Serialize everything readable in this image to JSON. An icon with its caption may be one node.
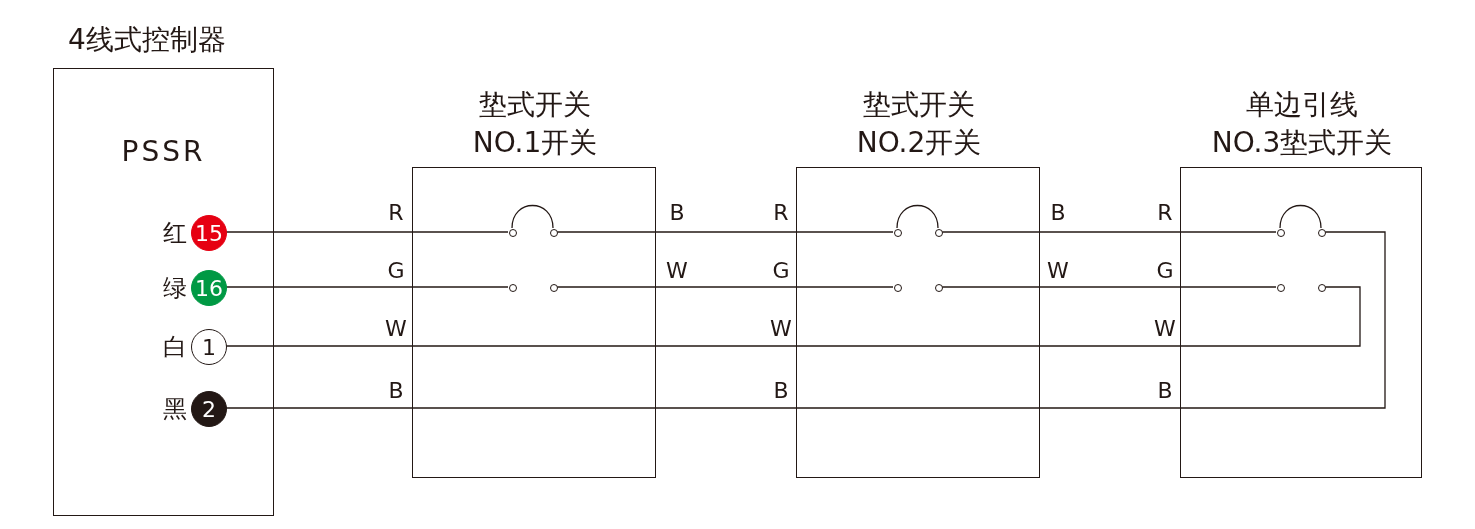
{
  "diagram": {
    "nodes": [
      {
        "text": [
          "4线式控制器",
          "PSSR"
        ]
      },
      {
        "text": [
          "15"
        ],
        "in": 0,
        "beside": [
          "红"
        ]
      },
      {
        "text": [
          "16"
        ],
        "in": 0,
        "beside": [
          "绿"
        ]
      },
      {
        "text": [
          "1"
        ],
        "in": 0,
        "beside": [
          "白"
        ]
      },
      {
        "text": [
          "2"
        ],
        "in": 0,
        "beside": [
          "黑"
        ]
      },
      {
        "text": [
          "垫式开关",
          "NO.1开关"
        ]
      },
      {
        "text": [],
        "shape": "circle",
        "in": 5
      },
      {
        "text": [],
        "shape": "circle",
        "in": 5
      },
      {
        "text": [],
        "shape": "circle",
        "in": 5
      },
      {
        "text": [],
        "shape": "circle",
        "in": 5
      },
      {
        "text": [
          "垫式开关",
          "NO.2开关"
        ]
      },
      {
        "text": [],
        "shape": "circle",
        "in": 10
      },
      {
        "text": [],
        "shape": "circle",
        "in": 10
      },
      {
        "text": [],
        "shape": "circle",
        "in": 10
      },
      {
        "text": [],
        "shape": "circle",
        "in": 10
      },
      {
        "text": [
          "单边引线",
          "NO.3垫式开关"
        ]
      },
      {
        "text": [],
        "shape": "circle",
        "in": 15
      },
      {
        "text": [],
        "shape": "circle",
        "in": 15
      },
      {
        "text": [],
        "shape": "circle",
        "in": 15
      },
      {
        "text": [],
        "shape": "circle",
        "in": 15
      }
    ],
    "edges": [
      {
        "from": 1,
        "to": 6,
        "arrow": "none"
      },
      {
        "from": 6,
        "to": 7,
        "arrow": "none"
      },
      {
        "from": 7,
        "to": 11,
        "arrow": "none"
      },
      {
        "from": 11,
        "to": 12,
        "arrow": "none"
      },
      {
        "from": 12,
        "to": 16,
        "arrow": "none"
      },
      {
        "from": 16,
        "to": 17,
        "arrow": "none"
      },
      {
        "from": 17,
        "to": 4,
        "arrow": "none"
      },
      {
        "from": 2,
        "to": 8,
        "arrow": "none"
      },
      {
        "from": 9,
        "to": 13,
        "arrow": "none"
      },
      {
        "from": 14,
        "to": 18,
        "arrow": "none"
      },
      {
        "from": 19,
        "to": 3,
        "arrow": "none"
      }
    ],
    "labels": [
      "R",
      "G",
      "W",
      "B",
      "B",
      "W",
      "R",
      "G",
      "W",
      "B",
      "B",
      "W",
      "R",
      "G",
      "W",
      "B"
    ]
  }
}
